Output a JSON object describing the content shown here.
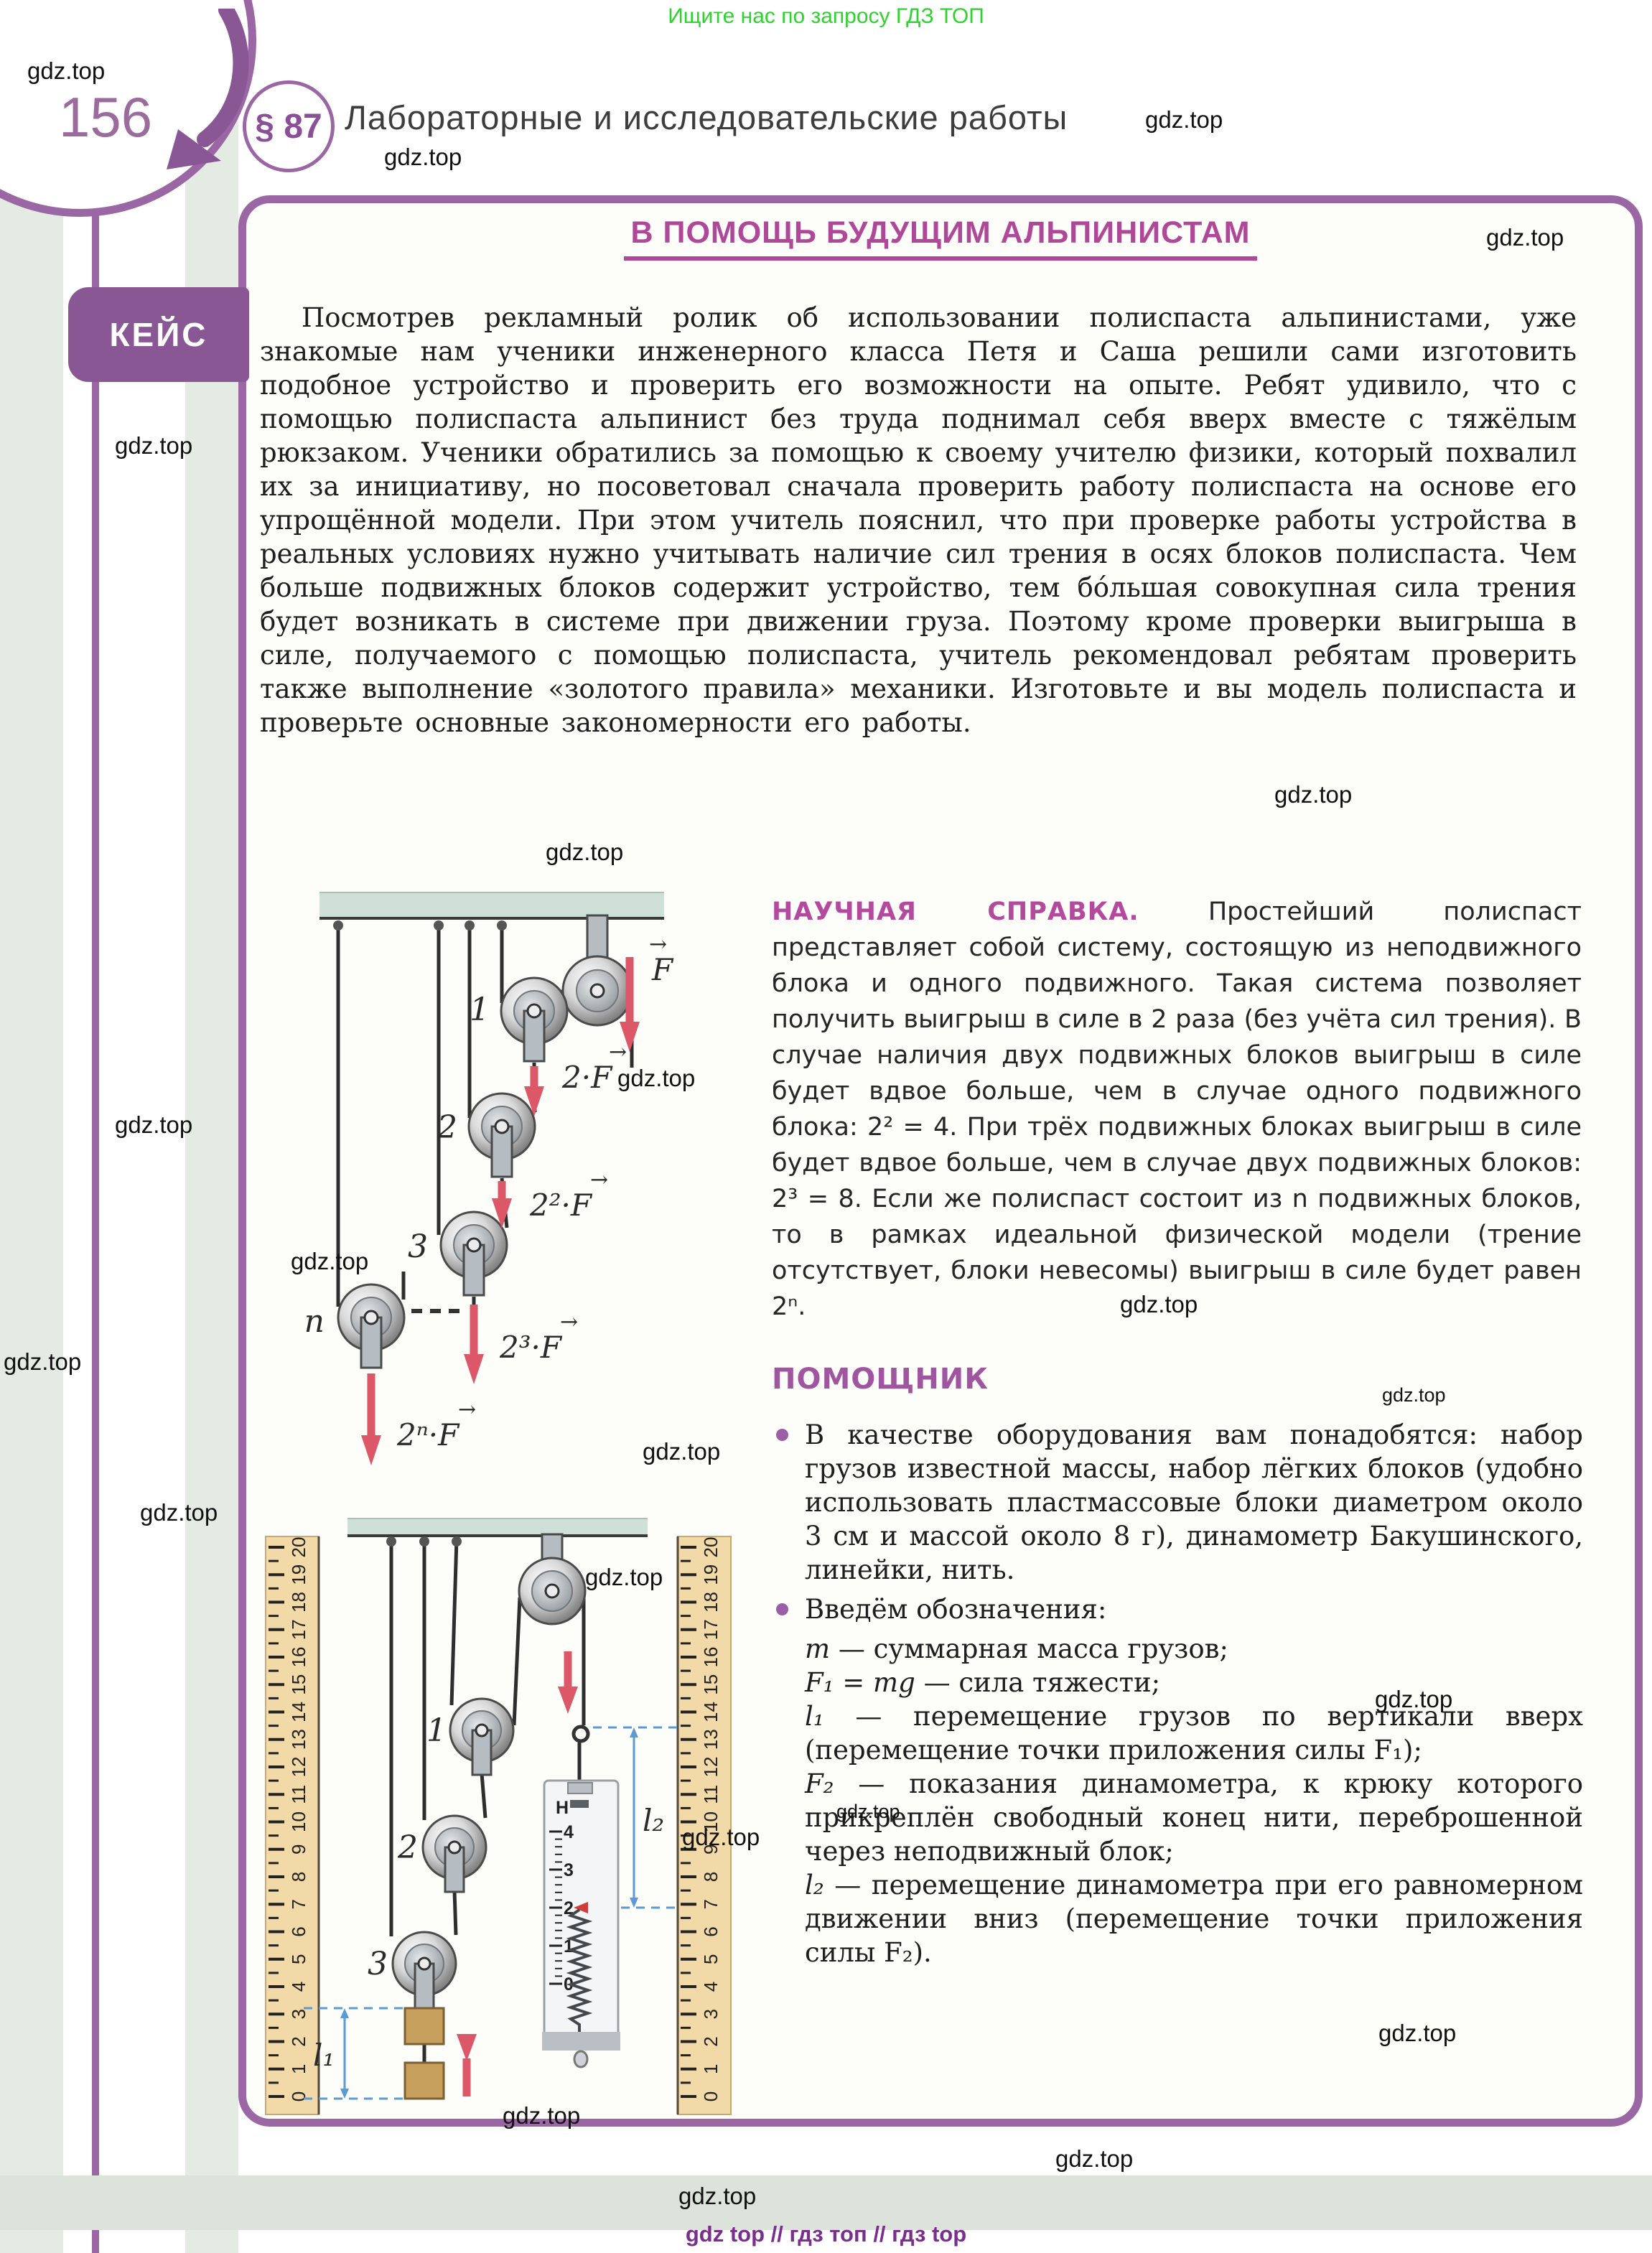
{
  "page": {
    "promo_top": "Ищите нас по запросу ГДЗ ТОП",
    "page_number": "156",
    "section_badge": "§ 87",
    "header_title": "Лабораторные и исследовательские работы",
    "case_tab": "КЕЙС",
    "footer": "gdz top  //  гдз топ  //  гдз top",
    "watermark": "gdz.top"
  },
  "case": {
    "title": "В ПОМОЩЬ БУДУЩИМ АЛЬПИНИСТАМ",
    "intro": "Посмотрев рекламный ролик об использовании полиспаста альпинистами, уже знакомые нам ученики инженерного класса Петя и Саша решили сами изготовить подобное устройство и проверить его возможности на опыте. Ребят удивило, что с помощью полиспаста альпинист без труда поднимал себя вверх вместе с тяжёлым рюкзаком. Ученики обратились за помощью к своему учителю физики, который похвалил их за инициативу, но посоветовал сначала проверить работу полиспаста на основе его упрощённой модели. При этом учитель пояснил, что при проверке работы устройства в реальных условиях нужно учитывать наличие сил трения в осях блоков полиспаста. Чем больше подвижных блоков содержит устройство, тем бо́льшая совокупная сила трения будет возникать в системе при движении груза. Поэтому кроме проверки выигрыша в силе, получаемого с помощью полиспаста, учитель рекомендовал ребятам проверить также выполнение «золотого правила» механики. Изготовьте и вы модель полиспаста и проверьте основные закономерности его работы."
  },
  "science_note": {
    "label": "НАУЧНАЯ СПРАВКА.",
    "text": " Простейший полиспаст представляет собой систему, состоящую из неподвижного блока и одного подвижного. Такая система позволяет получить выигрыш в силе в 2 раза (без учёта сил трения). В случае наличия двух подвижных блоков выигрыш в силе будет вдвое больше, чем в случае одного подвижного блока: 2² = 4. При трёх подвижных блоках выигрыш в силе будет вдвое больше, чем в случае двух подвижных блоков: 2³ = 8. Если же полиспаст состоит из n подвижных блоков, то в рамках идеальной физической модели (трение отсутствует, блоки невесомы) выигрыш в силе будет равен 2ⁿ."
  },
  "helper": {
    "label": "ПОМОЩНИК",
    "bullet1": "В качестве оборудования вам понадобятся: набор грузов известной массы, набор лёгких блоков (удобно использовать пластмассовые блоки диаметром около 3 см и массой около 8 г), динамометр Бакушинского, линейки, нить.",
    "bullet2_intro": "Введём обозначения:",
    "definitions": [
      {
        "var": "m",
        "rest": " — суммарная масса грузов;"
      },
      {
        "var": "F₁ = mg",
        "rest": " — сила тяжести;"
      },
      {
        "var": "l₁",
        "rest": " — перемещение грузов по вертикали вверх (перемещение точки приложения силы F₁);"
      },
      {
        "var": "F₂",
        "rest": " — показания динамометра, к крюку которого прикреплён свободный конец нити, переброшенной через неподвижный блок;"
      },
      {
        "var": "l₂",
        "rest": " — перемещение динамометра при его равномерном движении вниз (перемещение точки приложения силы F₂)."
      }
    ]
  },
  "diagram1": {
    "description": "Идеальный полиспаст: неподвижный блок и подвижные блоки 1, 2, 3 … n",
    "pulley_labels": [
      "1",
      "2",
      "3",
      "n"
    ],
    "force_labels": [
      "F",
      "2·F",
      "2²·F",
      "2³·F",
      "2ⁿ·F"
    ],
    "vector_mark": "→"
  },
  "diagram2": {
    "description": "Модель полиспаста с линейками и динамометром Бакушинского",
    "ruler_numbers": [
      "0",
      "1",
      "2",
      "3",
      "4",
      "5",
      "6",
      "7",
      "8",
      "9",
      "10",
      "11",
      "12",
      "13",
      "14",
      "15",
      "16",
      "17",
      "18",
      "19",
      "20"
    ],
    "pulley_labels": [
      "1",
      "2",
      "3"
    ],
    "dynamometer_unit": "Н",
    "dynamometer_scale": [
      "4",
      "3",
      "2",
      "1",
      "0"
    ],
    "dynamometer_reading": "2",
    "l1_label": "l₁",
    "l2_label": "l₂"
  },
  "colors": {
    "accent_purple": "#9a66a3",
    "case_tab_purple": "#8a5795",
    "title_magenta": "#b04899",
    "promo_green": "#2fd32f",
    "force_arrow_red": "#dc5767",
    "ruler_tan": "#f2d9a8",
    "ceiling_green": "#cfe0d8",
    "dashed_blue": "#5b9bd5",
    "footer_purple": "#7a2e8e"
  }
}
